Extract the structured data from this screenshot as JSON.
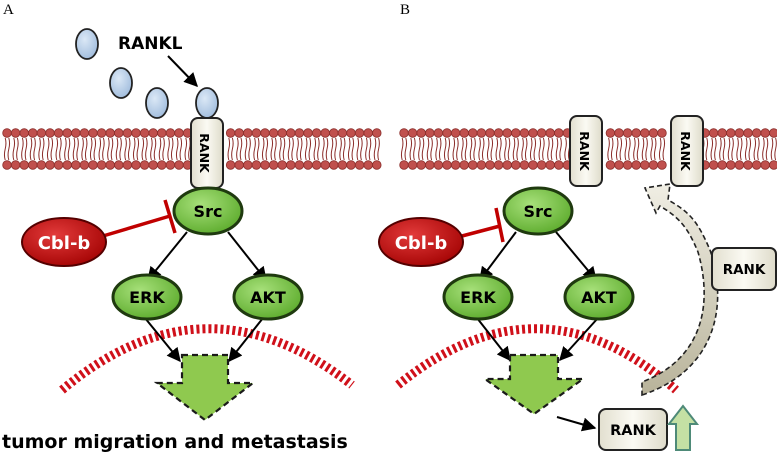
{
  "panels": {
    "a": {
      "label": "A"
    },
    "b": {
      "label": "B"
    }
  },
  "ligand": {
    "label": "RANKL"
  },
  "receptor": {
    "label": "RANK"
  },
  "nodes": {
    "src": "Src",
    "erk": "ERK",
    "akt": "AKT",
    "cblb": "Cbl-b"
  },
  "caption": "tumor migration and metastasis",
  "colors": {
    "membrane": "#c0504d",
    "membrane_dark": "#8c2f2c",
    "node_fill": "#6fc53c",
    "node_stroke": "#1f3a0f",
    "cbl_fill": "#c00000",
    "inhibit": "#c00000",
    "nucleus": "#d0101a",
    "big_arrow": "#8fc94f",
    "ligand": "#b8cfe8",
    "receptor_fill": "#f2f0e6",
    "up_arrow_fill": "#c4e0a4",
    "up_arrow_stroke": "#4e8a78"
  }
}
